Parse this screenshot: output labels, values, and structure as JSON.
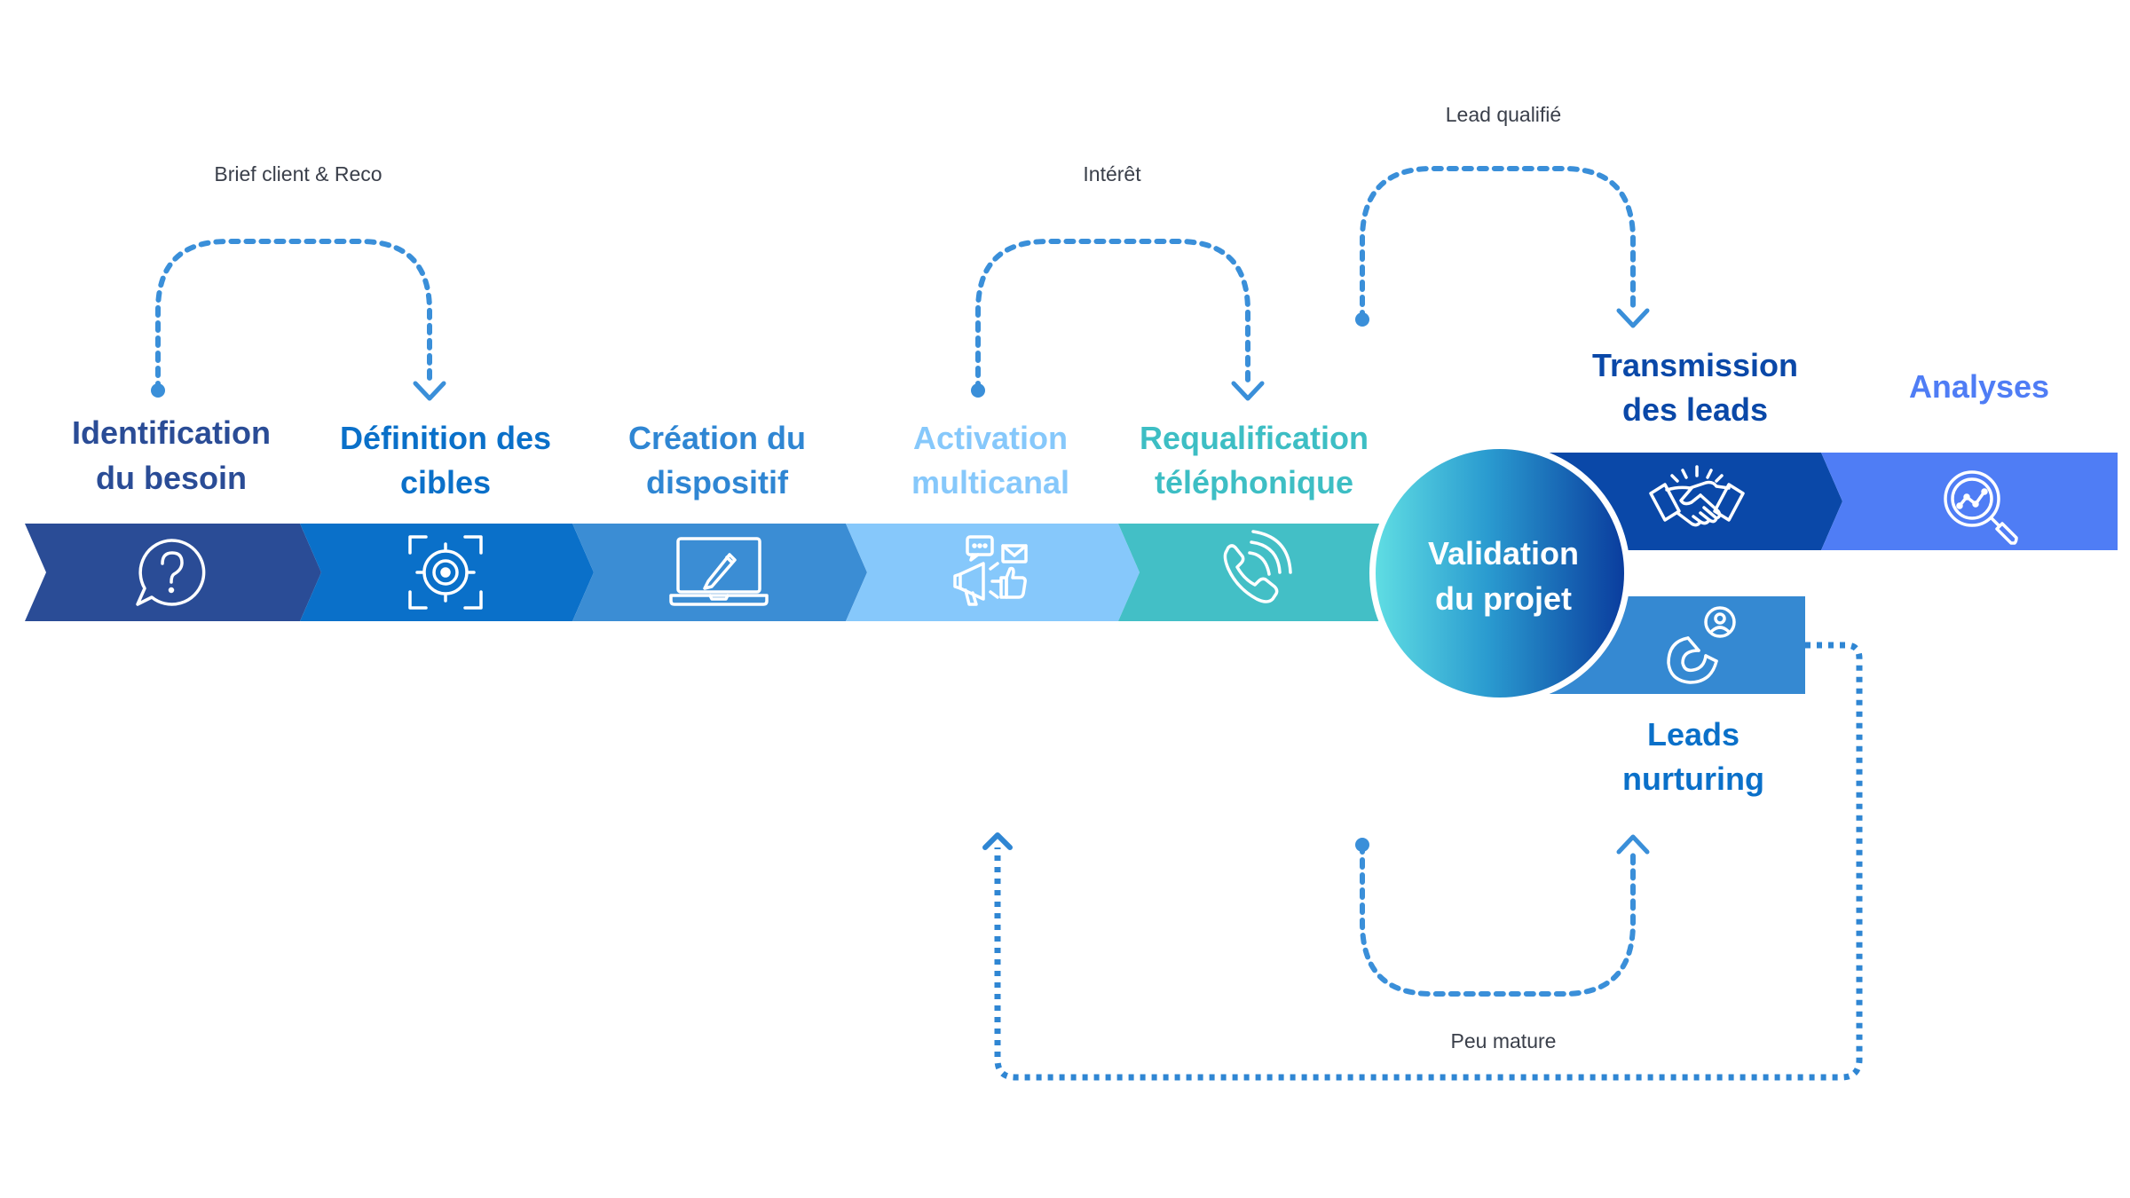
{
  "steps": [
    {
      "line1": "Identification",
      "line2": "du besoin",
      "icon": "question-bubble-icon",
      "color": "#2a4c96",
      "label_color": "#2a4c96"
    },
    {
      "line1": "Définition des",
      "line2": "cibles",
      "icon": "target-icon",
      "color": "#0a70c9",
      "label_color": "#0a70c9"
    },
    {
      "line1": "Création du",
      "line2": "dispositif",
      "icon": "laptop-pen-icon",
      "color": "#3b8dd4",
      "label_color": "#2f86d3"
    },
    {
      "line1": "Activation",
      "line2": "multicanal",
      "icon": "multichannel-icon",
      "color": "#86c8fb",
      "label_color": "#86c8fb"
    },
    {
      "line1": "Requalification",
      "line2": "téléphonique",
      "icon": "phone-icon",
      "color": "#43bfc6",
      "label_color": "#3dbec4"
    }
  ],
  "center": {
    "line1": "Validation",
    "line2": "du projet"
  },
  "branches": {
    "transmission": {
      "line1": "Transmission",
      "line2": "des leads",
      "icon": "handshake-icon",
      "color": "#0a48a8",
      "label_color": "#0a48a8"
    },
    "analyses": {
      "label": "Analyses",
      "icon": "analytics-magnifier-icon",
      "color": "#4f7df5",
      "label_color": "#4f7df5"
    },
    "nurturing": {
      "line1": "Leads",
      "line2": "nurturing",
      "icon": "magnet-user-icon",
      "color": "#3589d2",
      "label_color": "#0a70c9"
    }
  },
  "annotations": {
    "brief": "Brief client & Reco",
    "interet": "Intérêt",
    "lead_qualifie": "Lead qualifié",
    "peu_mature": "Peu mature"
  }
}
